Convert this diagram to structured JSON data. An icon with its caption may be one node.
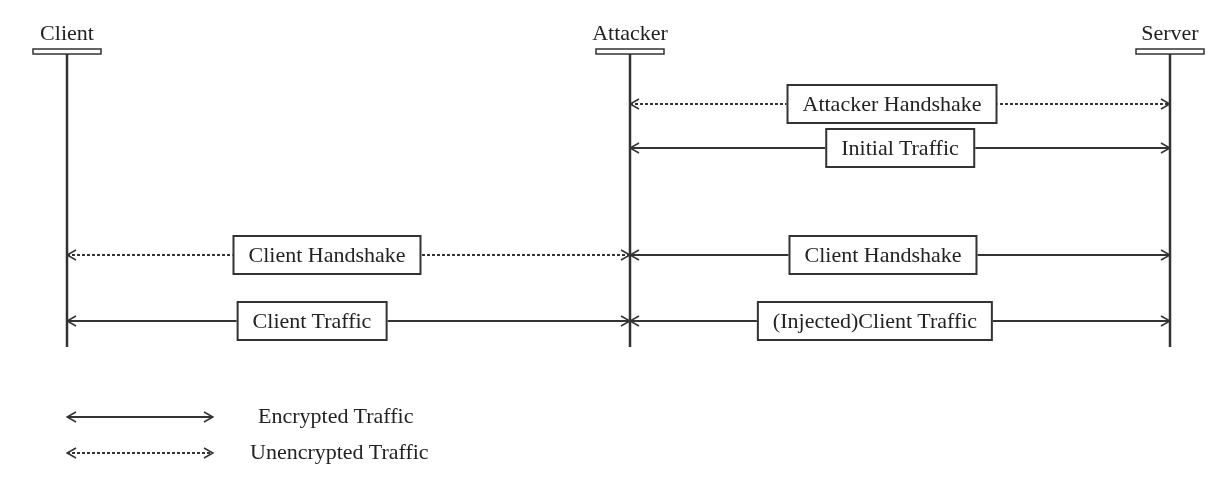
{
  "diagram": {
    "nodes": [
      {
        "text": [
          "Client"
        ]
      },
      {
        "text": [
          "Attacker"
        ]
      },
      {
        "text": [
          "Server"
        ]
      }
    ],
    "edges": [
      {
        "from": 1,
        "to": 2,
        "arrow": "both",
        "label": "Attacker Handshake",
        "style": "dashed"
      },
      {
        "from": 1,
        "to": 2,
        "arrow": "both",
        "label": "Initial Traffic"
      },
      {
        "from": 0,
        "to": 1,
        "arrow": "both",
        "label": "Client Handshake",
        "style": "dashed"
      },
      {
        "from": 1,
        "to": 2,
        "arrow": "both",
        "label": "Client Handshake"
      },
      {
        "from": 0,
        "to": 1,
        "arrow": "both",
        "label": "Client Traffic"
      },
      {
        "from": 1,
        "to": 2,
        "arrow": "both",
        "label": "(Injected)Client Traffic"
      }
    ],
    "legend": [
      {
        "text": "Encrypted Traffic"
      },
      {
        "text": "Unencrypted Traffic"
      }
    ]
  }
}
